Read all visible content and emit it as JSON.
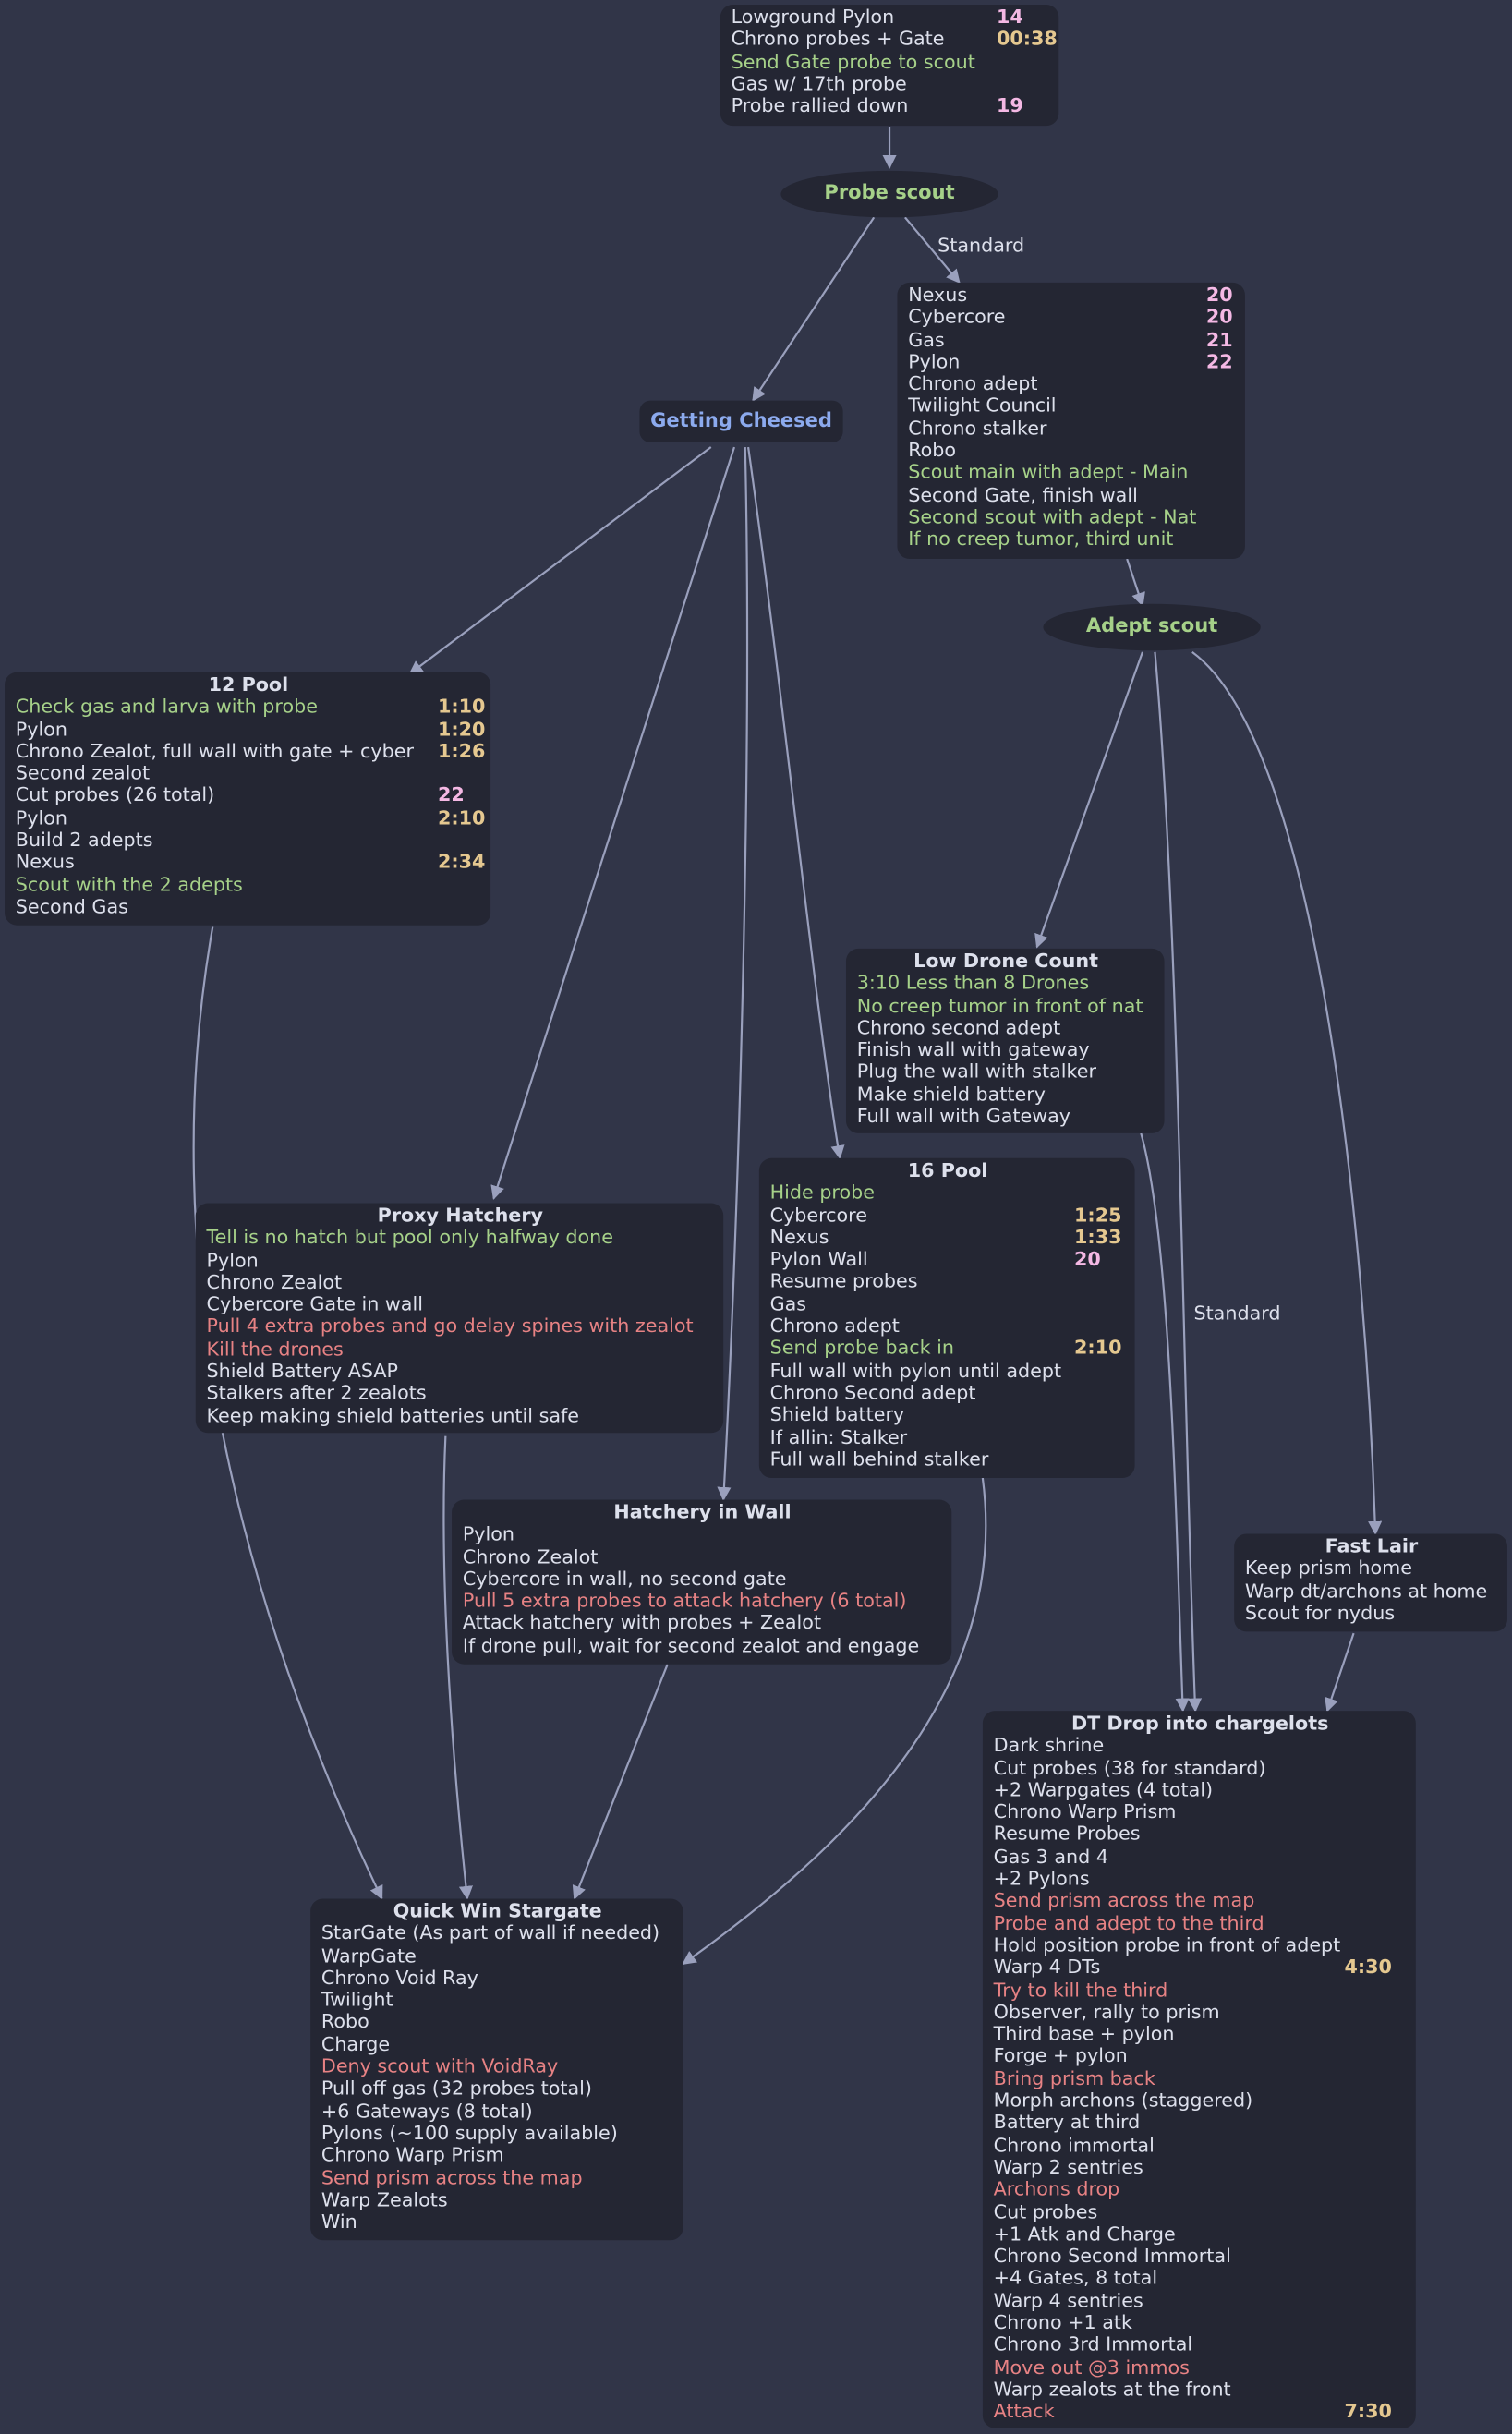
{
  "colors": {
    "background": "#313548",
    "node_bg": "#242633",
    "text": "#dde0ec",
    "green": "#a6d189",
    "red": "#e78284",
    "time": "#e5c890",
    "supply": "#f4b8e4",
    "blue": "#8caaee",
    "edge": "#9aa0bd"
  },
  "edge_labels": {
    "standard_1": "Standard",
    "standard_2": "Standard"
  },
  "probe_scout": "Probe scout",
  "adept_scout": "Adept scout",
  "getting_cheesed": "Getting Cheesed",
  "nodes": {
    "opening": {
      "title": "",
      "rows": [
        {
          "text": "Lowground Pylon",
          "value": "14",
          "color": "text",
          "value_type": "sup"
        },
        {
          "text": "Chrono probes + Gate",
          "value": "00:38",
          "color": "text",
          "value_type": "time"
        },
        {
          "text": "Send Gate probe to scout",
          "value": "",
          "color": "green",
          "value_type": ""
        },
        {
          "text": "Gas w/ 17th probe",
          "value": "",
          "color": "text",
          "value_type": ""
        },
        {
          "text": "Probe rallied down",
          "value": "19",
          "color": "text",
          "value_type": "sup"
        }
      ]
    },
    "standard": {
      "title": "",
      "rows": [
        {
          "text": "Nexus",
          "value": "20",
          "color": "text",
          "value_type": "sup"
        },
        {
          "text": "Cybercore",
          "value": "20",
          "color": "text",
          "value_type": "sup"
        },
        {
          "text": "Gas",
          "value": "21",
          "color": "text",
          "value_type": "sup"
        },
        {
          "text": "Pylon",
          "value": "22",
          "color": "text",
          "value_type": "sup"
        },
        {
          "text": "Chrono adept",
          "value": "",
          "color": "text",
          "value_type": ""
        },
        {
          "text": "Twilight Council",
          "value": "",
          "color": "text",
          "value_type": ""
        },
        {
          "text": "Chrono stalker",
          "value": "",
          "color": "text",
          "value_type": ""
        },
        {
          "text": "Robo",
          "value": "",
          "color": "text",
          "value_type": ""
        },
        {
          "text": "Scout main with adept - Main",
          "value": "",
          "color": "green",
          "value_type": ""
        },
        {
          "text": "Second Gate, finish wall",
          "value": "",
          "color": "text",
          "value_type": ""
        },
        {
          "text": "Second scout with adept - Nat",
          "value": "",
          "color": "green",
          "value_type": ""
        },
        {
          "text": "If no creep tumor, third unit",
          "value": "",
          "color": "green",
          "value_type": ""
        }
      ]
    },
    "pool12": {
      "title": "12 Pool",
      "rows": [
        {
          "text": "Check gas and larva with probe",
          "value": "1:10",
          "color": "green",
          "value_type": "time"
        },
        {
          "text": "Pylon",
          "value": "1:20",
          "color": "text",
          "value_type": "time"
        },
        {
          "text": "Chrono Zealot, full wall with gate + cyber",
          "value": "1:26",
          "color": "text",
          "value_type": "time"
        },
        {
          "text": "Second zealot",
          "value": "",
          "color": "text",
          "value_type": ""
        },
        {
          "text": "Cut probes (26 total)",
          "value": "22",
          "color": "text",
          "value_type": "sup"
        },
        {
          "text": "Pylon",
          "value": "2:10",
          "color": "text",
          "value_type": "time"
        },
        {
          "text": "Build 2 adepts",
          "value": "",
          "color": "text",
          "value_type": ""
        },
        {
          "text": "Nexus",
          "value": "2:34",
          "color": "text",
          "value_type": "time"
        },
        {
          "text": "Scout with the 2 adepts",
          "value": "",
          "color": "green",
          "value_type": ""
        },
        {
          "text": "Second Gas",
          "value": "",
          "color": "text",
          "value_type": ""
        }
      ]
    },
    "lowdrone": {
      "title": "Low Drone Count",
      "rows": [
        {
          "text": "3:10 Less than 8 Drones",
          "value": "",
          "color": "green",
          "value_type": ""
        },
        {
          "text": "No creep tumor in front of nat",
          "value": "",
          "color": "green",
          "value_type": ""
        },
        {
          "text": "Chrono second adept",
          "value": "",
          "color": "text",
          "value_type": ""
        },
        {
          "text": "Finish wall with gateway",
          "value": "",
          "color": "text",
          "value_type": ""
        },
        {
          "text": "Plug the wall with stalker",
          "value": "",
          "color": "text",
          "value_type": ""
        },
        {
          "text": "Make shield battery",
          "value": "",
          "color": "text",
          "value_type": ""
        },
        {
          "text": "Full wall with Gateway",
          "value": "",
          "color": "text",
          "value_type": ""
        }
      ]
    },
    "pool16": {
      "title": "16 Pool",
      "rows": [
        {
          "text": "Hide probe",
          "value": "",
          "color": "green",
          "value_type": ""
        },
        {
          "text": "Cybercore",
          "value": "1:25",
          "color": "text",
          "value_type": "time"
        },
        {
          "text": "Nexus",
          "value": "1:33",
          "color": "text",
          "value_type": "time"
        },
        {
          "text": "Pylon Wall",
          "value": "20",
          "color": "text",
          "value_type": "sup"
        },
        {
          "text": "Resume probes",
          "value": "",
          "color": "text",
          "value_type": ""
        },
        {
          "text": "Gas",
          "value": "",
          "color": "text",
          "value_type": ""
        },
        {
          "text": "Chrono adept",
          "value": "",
          "color": "text",
          "value_type": ""
        },
        {
          "text": "Send probe back in",
          "value": "2:10",
          "color": "green",
          "value_type": "time"
        },
        {
          "text": "Full wall with pylon until adept",
          "value": "",
          "color": "text",
          "value_type": ""
        },
        {
          "text": "Chrono Second adept",
          "value": "",
          "color": "text",
          "value_type": ""
        },
        {
          "text": "Shield battery",
          "value": "",
          "color": "text",
          "value_type": ""
        },
        {
          "text": "If allin: Stalker",
          "value": "",
          "color": "text",
          "value_type": ""
        },
        {
          "text": "Full wall behind stalker",
          "value": "",
          "color": "text",
          "value_type": ""
        }
      ]
    },
    "proxy": {
      "title": "Proxy Hatchery",
      "rows": [
        {
          "text": "Tell is no hatch but pool only halfway done",
          "value": "",
          "color": "green",
          "value_type": ""
        },
        {
          "text": "Pylon",
          "value": "",
          "color": "text",
          "value_type": ""
        },
        {
          "text": "Chrono Zealot",
          "value": "",
          "color": "text",
          "value_type": ""
        },
        {
          "text": "Cybercore Gate in wall",
          "value": "",
          "color": "text",
          "value_type": ""
        },
        {
          "text": "Pull 4 extra probes and go delay spines with zealot",
          "value": "",
          "color": "red",
          "value_type": ""
        },
        {
          "text": "Kill the drones",
          "value": "",
          "color": "red",
          "value_type": ""
        },
        {
          "text": "Shield Battery ASAP",
          "value": "",
          "color": "text",
          "value_type": ""
        },
        {
          "text": "Stalkers after 2 zealots",
          "value": "",
          "color": "text",
          "value_type": ""
        },
        {
          "text": "Keep making shield batteries until safe",
          "value": "",
          "color": "text",
          "value_type": ""
        }
      ]
    },
    "hatchwall": {
      "title": "Hatchery in Wall",
      "rows": [
        {
          "text": "Pylon",
          "value": "",
          "color": "text",
          "value_type": ""
        },
        {
          "text": "Chrono Zealot",
          "value": "",
          "color": "text",
          "value_type": ""
        },
        {
          "text": "Cybercore in wall, no second gate",
          "value": "",
          "color": "text",
          "value_type": ""
        },
        {
          "text": "Pull 5 extra probes to attack hatchery (6 total)",
          "value": "",
          "color": "red",
          "value_type": ""
        },
        {
          "text": "Attack hatchery with probes + Zealot",
          "value": "",
          "color": "text",
          "value_type": ""
        },
        {
          "text": "If drone pull, wait for second zealot and engage",
          "value": "",
          "color": "text",
          "value_type": ""
        }
      ]
    },
    "fastlair": {
      "title": "Fast Lair",
      "rows": [
        {
          "text": "Keep prism home",
          "value": "",
          "color": "text",
          "value_type": ""
        },
        {
          "text": "Warp dt/archons at home",
          "value": "",
          "color": "text",
          "value_type": ""
        },
        {
          "text": "Scout for nydus",
          "value": "",
          "color": "text",
          "value_type": ""
        }
      ]
    },
    "dtdrop": {
      "title": "DT Drop into chargelots",
      "rows": [
        {
          "text": "Dark shrine",
          "value": "",
          "color": "text",
          "value_type": ""
        },
        {
          "text": "Cut probes (38 for standard)",
          "value": "",
          "color": "text",
          "value_type": ""
        },
        {
          "text": "+2 Warpgates (4 total)",
          "value": "",
          "color": "text",
          "value_type": ""
        },
        {
          "text": "Chrono Warp Prism",
          "value": "",
          "color": "text",
          "value_type": ""
        },
        {
          "text": "Resume Probes",
          "value": "",
          "color": "text",
          "value_type": ""
        },
        {
          "text": "Gas 3 and 4",
          "value": "",
          "color": "text",
          "value_type": ""
        },
        {
          "text": "+2 Pylons",
          "value": "",
          "color": "text",
          "value_type": ""
        },
        {
          "text": "Send prism across the map",
          "value": "",
          "color": "red",
          "value_type": ""
        },
        {
          "text": "Probe and adept to the third",
          "value": "",
          "color": "red",
          "value_type": ""
        },
        {
          "text": "Hold position probe in front of adept",
          "value": "",
          "color": "text",
          "value_type": ""
        },
        {
          "text": "Warp 4 DTs",
          "value": "4:30",
          "color": "text",
          "value_type": "time"
        },
        {
          "text": "Try to kill the third",
          "value": "",
          "color": "red",
          "value_type": ""
        },
        {
          "text": "Observer, rally to prism",
          "value": "",
          "color": "text",
          "value_type": ""
        },
        {
          "text": "Third base + pylon",
          "value": "",
          "color": "text",
          "value_type": ""
        },
        {
          "text": "Forge + pylon",
          "value": "",
          "color": "text",
          "value_type": ""
        },
        {
          "text": "Bring prism back",
          "value": "",
          "color": "red",
          "value_type": ""
        },
        {
          "text": "Morph archons (staggered)",
          "value": "",
          "color": "text",
          "value_type": ""
        },
        {
          "text": "Battery at third",
          "value": "",
          "color": "text",
          "value_type": ""
        },
        {
          "text": "Chrono immortal",
          "value": "",
          "color": "text",
          "value_type": ""
        },
        {
          "text": "Warp 2 sentries",
          "value": "",
          "color": "text",
          "value_type": ""
        },
        {
          "text": "Archons drop",
          "value": "",
          "color": "red",
          "value_type": ""
        },
        {
          "text": "Cut probes",
          "value": "",
          "color": "text",
          "value_type": ""
        },
        {
          "text": "+1 Atk and Charge",
          "value": "",
          "color": "text",
          "value_type": ""
        },
        {
          "text": "Chrono Second Immortal",
          "value": "",
          "color": "text",
          "value_type": ""
        },
        {
          "text": "+4 Gates, 8 total",
          "value": "",
          "color": "text",
          "value_type": ""
        },
        {
          "text": "Warp 4 sentries",
          "value": "",
          "color": "text",
          "value_type": ""
        },
        {
          "text": "Chrono +1 atk",
          "value": "",
          "color": "text",
          "value_type": ""
        },
        {
          "text": "Chrono 3rd Immortal",
          "value": "",
          "color": "text",
          "value_type": ""
        },
        {
          "text": "Move out @3 immos",
          "value": "",
          "color": "red",
          "value_type": ""
        },
        {
          "text": "Warp zealots at the front",
          "value": "",
          "color": "text",
          "value_type": ""
        },
        {
          "text": "Attack",
          "value": "7:30",
          "color": "red",
          "value_type": "time"
        }
      ]
    },
    "quickwin": {
      "title": "Quick Win Stargate",
      "rows": [
        {
          "text": "StarGate (As part of wall if needed)",
          "value": "",
          "color": "text",
          "value_type": ""
        },
        {
          "text": "WarpGate",
          "value": "",
          "color": "text",
          "value_type": ""
        },
        {
          "text": "Chrono Void Ray",
          "value": "",
          "color": "text",
          "value_type": ""
        },
        {
          "text": "Twilight",
          "value": "",
          "color": "text",
          "value_type": ""
        },
        {
          "text": "Robo",
          "value": "",
          "color": "text",
          "value_type": ""
        },
        {
          "text": "Charge",
          "value": "",
          "color": "text",
          "value_type": ""
        },
        {
          "text": "Deny scout with VoidRay",
          "value": "",
          "color": "red",
          "value_type": ""
        },
        {
          "text": "Pull off gas (32 probes total)",
          "value": "",
          "color": "text",
          "value_type": ""
        },
        {
          "text": "+6 Gateways (8 total)",
          "value": "",
          "color": "text",
          "value_type": ""
        },
        {
          "text": "Pylons (~100 supply available)",
          "value": "",
          "color": "text",
          "value_type": ""
        },
        {
          "text": "Chrono Warp Prism",
          "value": "",
          "color": "text",
          "value_type": ""
        },
        {
          "text": "Send prism across the map",
          "value": "",
          "color": "red",
          "value_type": ""
        },
        {
          "text": "Warp Zealots",
          "value": "",
          "color": "text",
          "value_type": ""
        },
        {
          "text": "Win",
          "value": "",
          "color": "text",
          "value_type": ""
        }
      ]
    }
  }
}
